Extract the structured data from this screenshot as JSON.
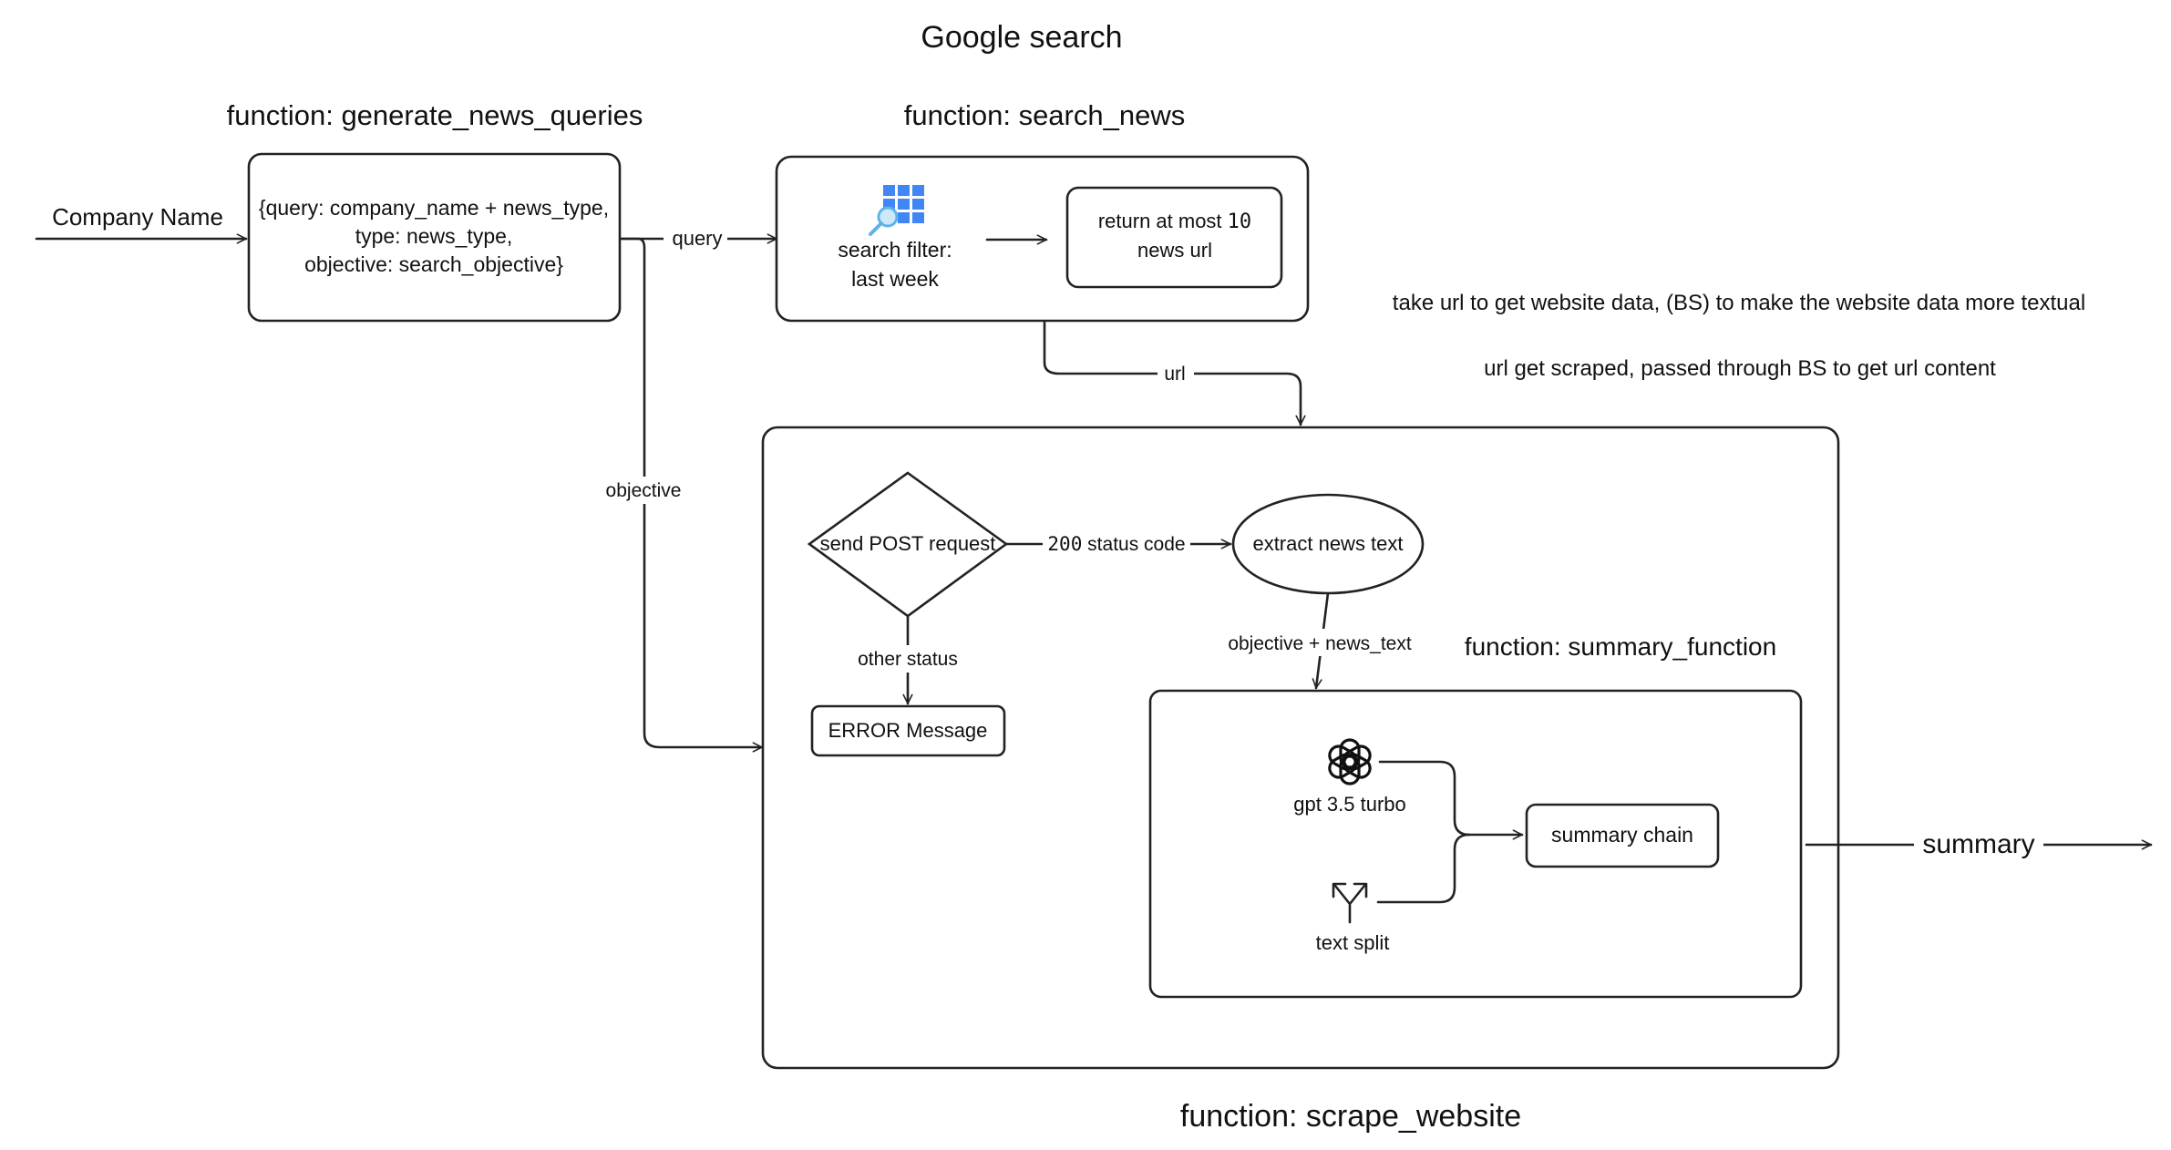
{
  "titles": {
    "google_search": "Google search",
    "generate_news_queries": "function: generate_news_queries",
    "search_news": "function: search_news",
    "summary_function": "function: summary_function",
    "scrape_website": "function: scrape_website"
  },
  "input": {
    "company_name": "Company Name"
  },
  "query_box": {
    "line1": "{query: company_name + news_type,",
    "line2": "type: news_type,",
    "line3": "objective: search_objective}"
  },
  "edges": {
    "query": "query",
    "objective": "objective",
    "url": "url",
    "status_200_num": "200",
    "status_200_text": " status code",
    "other_status": "other status",
    "objective_news_text": "objective + news_text",
    "summary": "summary"
  },
  "search_news": {
    "filter_line1": "search filter:",
    "filter_line2": "last week",
    "return_line1": "return at most 10",
    "return_line2": "news url",
    "return_num": "10"
  },
  "notes": {
    "note1": "take url to get website data, (BS) to make the website data more textual",
    "note2": "url get scraped, passed through BS to get url content"
  },
  "scrape": {
    "post_request": "send POST request",
    "extract_text": "extract news text",
    "error_message": "ERROR Message"
  },
  "summary_fn": {
    "gpt": "gpt 3.5 turbo",
    "text_split": "text split",
    "summary_chain": "summary chain"
  },
  "icons": {
    "search_grid": "google-search-grid-icon",
    "openai": "openai-logo-icon",
    "text_split": "text-split-icon"
  },
  "colors": {
    "search_icon_blue": "#4285F4",
    "magnifier_blue": "#5FB3E8"
  }
}
